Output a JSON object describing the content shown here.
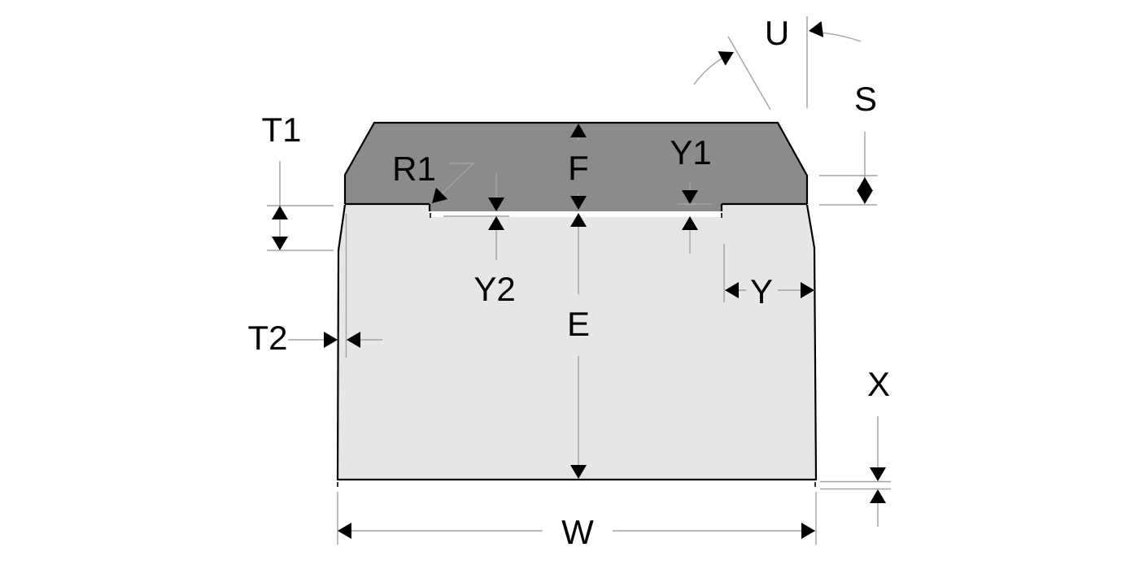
{
  "diagram": {
    "labels": {
      "t1": "T1",
      "t2": "T2",
      "r1": "R1",
      "f": "F",
      "y1": "Y1",
      "y2": "Y2",
      "e": "E",
      "y": "Y",
      "w": "W",
      "u": "U",
      "s": "S",
      "x": "X"
    },
    "colors": {
      "lid_fill": "#8b8b8b",
      "body_fill": "#e6e6e6",
      "outline": "#000000",
      "dimension_line": "#a3a3a3",
      "arrow": "#000000",
      "text": "#000000",
      "background": "#ffffff"
    }
  }
}
